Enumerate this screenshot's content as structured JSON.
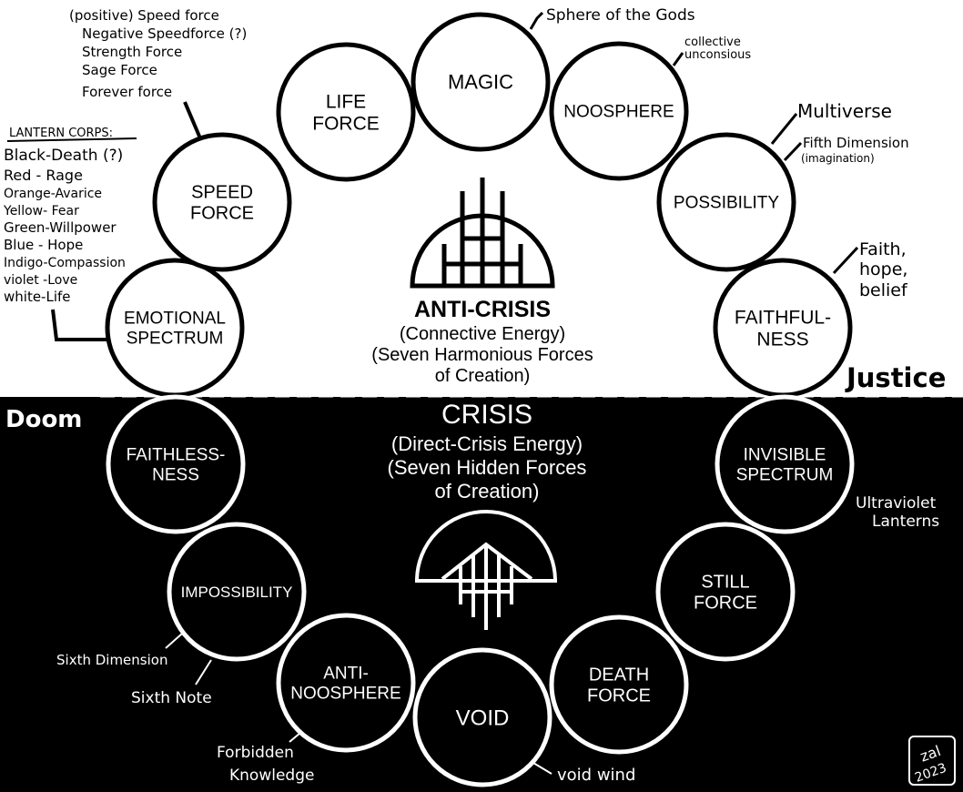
{
  "colors": {
    "upper_bg": "#ffffff",
    "upper_ink": "#000000",
    "lower_bg": "#000000",
    "lower_ink": "#ffffff"
  },
  "upper": {
    "region_label": "Justice",
    "title": "ANTI-CRISIS",
    "subtitle_lines": [
      "(Connective Energy)",
      "(Seven Harmonious Forces",
      "of Creation)"
    ],
    "circles": [
      {
        "id": "emotional-spectrum",
        "lines": [
          "EMOTIONAL",
          "SPECTRUM"
        ]
      },
      {
        "id": "speed-force",
        "lines": [
          "SPEED",
          "FORCE"
        ]
      },
      {
        "id": "life-force",
        "lines": [
          "LIFE",
          "FORCE"
        ]
      },
      {
        "id": "magic",
        "lines": [
          "MAGIC"
        ]
      },
      {
        "id": "noosphere",
        "lines": [
          "NOOSPHERE"
        ]
      },
      {
        "id": "possibility",
        "lines": [
          "POSSIBILITY"
        ]
      },
      {
        "id": "faithfulness",
        "lines": [
          "FAITHFUL-",
          "NESS"
        ]
      }
    ],
    "annotations": {
      "speed_force_list": [
        "(positive) Speed force",
        "Negative Speedforce (?)",
        "Strength Force",
        "Sage Force",
        "Forever force"
      ],
      "lantern_corps_heading": "LANTERN CORPS:",
      "lantern_corps": [
        "Black-Death (?)",
        "Red - Rage",
        "Orange-Avarice",
        "Yellow- Fear",
        "Green-Willpower",
        "Blue - Hope",
        "Indigo-Compassion",
        "violet -Love",
        "white-Life"
      ],
      "magic_note": "Sphere of the Gods",
      "noosphere_note": [
        "collective",
        "unconsious"
      ],
      "possibility_notes": [
        "Multiverse",
        "Fifth Dimension",
        "(imagination)"
      ],
      "faithfulness_note": [
        "Faith,",
        "hope,",
        "belief"
      ]
    }
  },
  "lower": {
    "region_label": "Doom",
    "title": "CRISIS",
    "subtitle_lines": [
      "(Direct-Crisis Energy)",
      "(Seven Hidden Forces",
      "of Creation)"
    ],
    "circles": [
      {
        "id": "faithlessness",
        "lines": [
          "FAITHLESS-",
          "NESS"
        ]
      },
      {
        "id": "impossibility",
        "lines": [
          "IMPOSSIBILITY"
        ]
      },
      {
        "id": "anti-noosphere",
        "lines": [
          "ANTI-",
          "NOOSPHERE"
        ]
      },
      {
        "id": "void",
        "lines": [
          "VOID"
        ]
      },
      {
        "id": "death-force",
        "lines": [
          "DEATH",
          "FORCE"
        ]
      },
      {
        "id": "still-force",
        "lines": [
          "STILL",
          "FORCE"
        ]
      },
      {
        "id": "invisible-spectrum",
        "lines": [
          "INVISIBLE",
          "SPECTRUM"
        ]
      }
    ],
    "annotations": {
      "invisible_spectrum_note": [
        "Ultraviolet",
        "Lanterns"
      ],
      "impossibility_notes": [
        "Sixth Dimension",
        "Sixth Note"
      ],
      "anti_noosphere_note": [
        "Forbidden",
        "Knowledge"
      ],
      "void_note": "void wind"
    }
  },
  "signature": {
    "name": "zal",
    "year": "2023"
  }
}
